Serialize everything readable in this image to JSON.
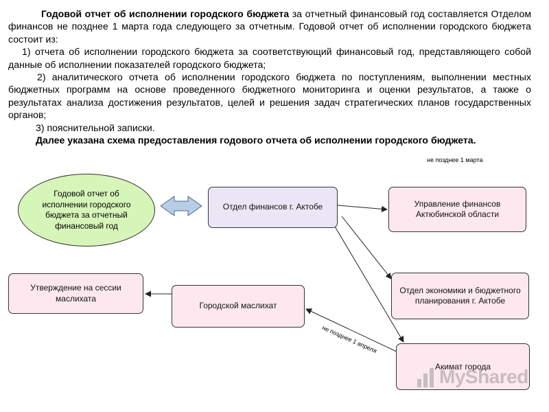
{
  "report": {
    "title": "Годовой отчет об исполнении городского бюджета",
    "intro_rest": " за отчетный финансовый год составляется Отделом финансов не позднее 1 марта года следующего за отчетным. Годовой отчет об исполнении городского бюджета состоит из:",
    "item1": "1) отчета об исполнении городского бюджета за соответствующий финансовый год, представляющего собой данные об исполнении показателей городского бюджета;",
    "item2": "2) аналитического отчета об исполнении городского бюджета по поступлениям, выполнении местных бюджетных программ на основе проведенного бюджетного мониторинга и оценки результатов, а также о результатах анализа достижения результатов, целей и решения задач стратегических планов государственных органов;",
    "item3": "3) пояснительной записки.",
    "lead": "Далее указана схема предоставления годового отчета об исполнении городского бюджета."
  },
  "diagram": {
    "deadline_march": "не позднее 1 марта",
    "deadline_april": "не позднее 1 апреля",
    "nodes": {
      "annual_report": "Годовой отчет об исполнении городского бюджета за отчетный финансовый год",
      "finance_dept": "Отдел финансов г. Актобе",
      "regional_finance": "Управление финансов Актюбинской области",
      "economy_dept": "Отдел экономики и бюджетного планирования г. Актобе",
      "akimat": "Акимат города",
      "city_maslikhat": "Городской маслихат",
      "session_approval": "Утверждение на сессии маслихата"
    }
  },
  "watermark": {
    "text": "MyShared"
  },
  "colors": {
    "ellipse_fill": "#d6f5b8",
    "pink_fill": "#fde8ef",
    "lavender_fill": "#ebe6f6",
    "double_arrow_fill": "#b8cde6"
  }
}
